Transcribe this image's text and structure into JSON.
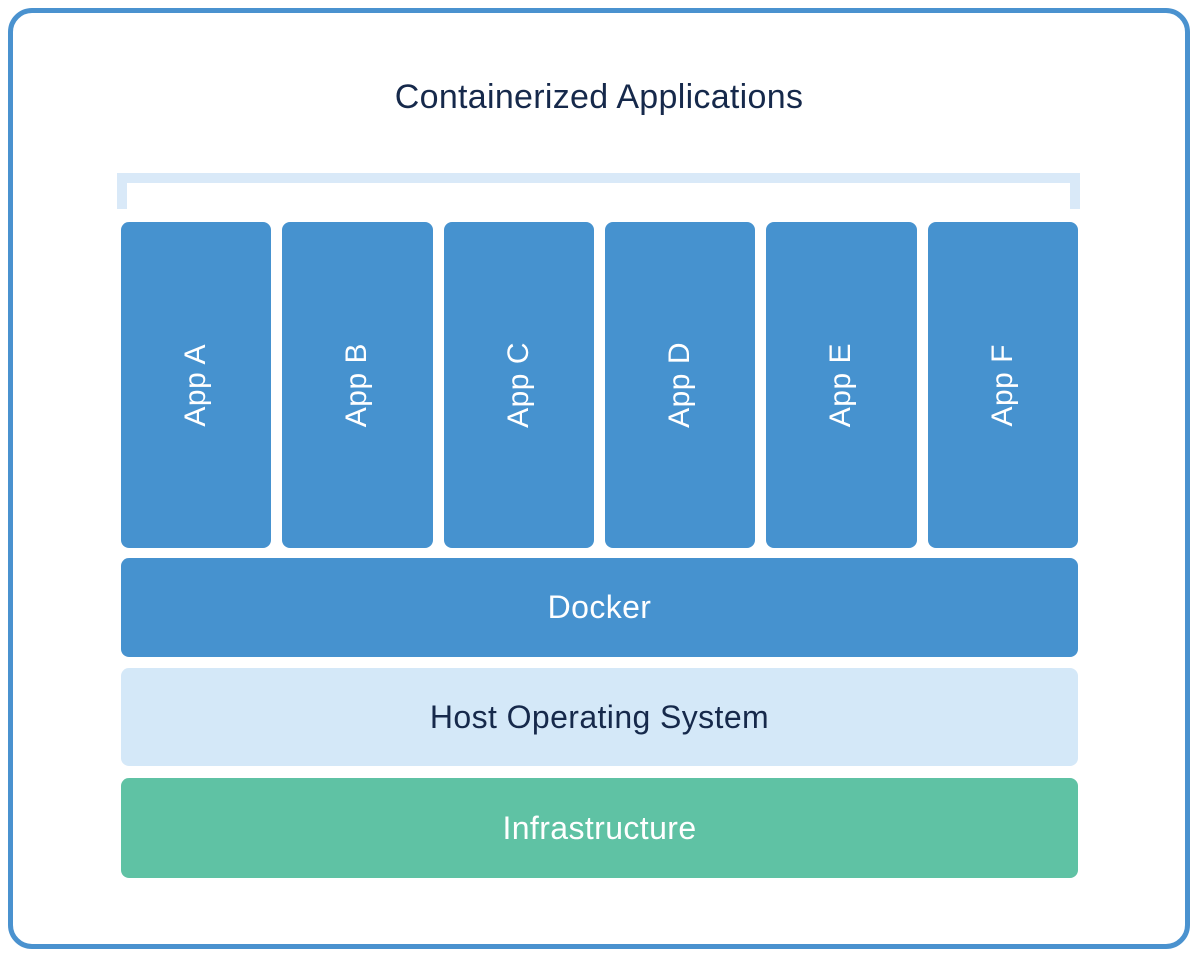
{
  "diagram": {
    "title": "Containerized Applications",
    "apps": {
      "items": [
        {
          "label": "App A"
        },
        {
          "label": "App B"
        },
        {
          "label": "App C"
        },
        {
          "label": "App D"
        },
        {
          "label": "App E"
        },
        {
          "label": "App F"
        }
      ]
    },
    "layers": {
      "docker": {
        "label": "Docker"
      },
      "host_os": {
        "label": "Host Operating System"
      },
      "infrastructure": {
        "label": "Infrastructure"
      }
    }
  },
  "colors": {
    "accent_blue": "#4692CF",
    "frame_border_blue": "#4A92CF",
    "bracket_light_blue": "#D9E9F8",
    "host_os_light_blue": "#D4E8F8",
    "infrastructure_teal": "#5FC2A4",
    "title_navy": "#16294B",
    "label_white": "#FFFFFF",
    "background": "#FFFFFF"
  }
}
